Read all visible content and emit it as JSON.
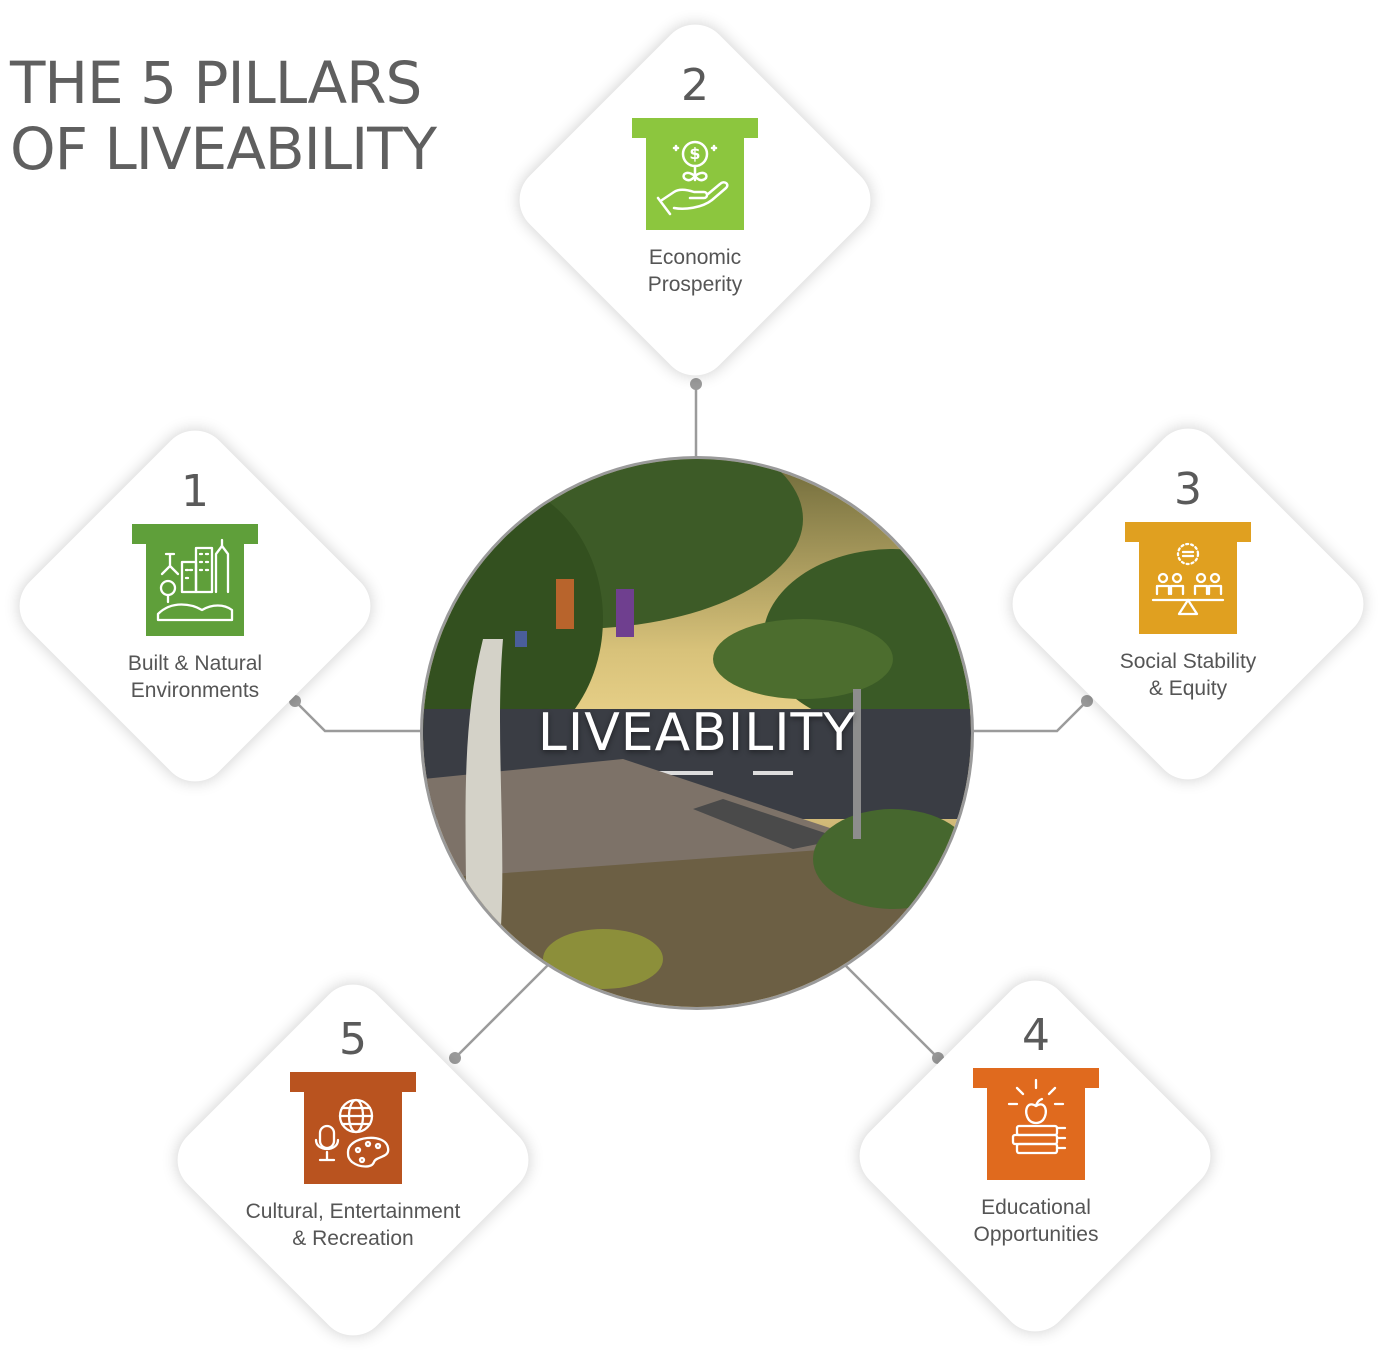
{
  "title": {
    "line1": "THE 5 PILLARS",
    "line2": "OF LIVEABILITY"
  },
  "center": {
    "label": "LIVEABILITY",
    "image": "street-scene-photo"
  },
  "pillars": [
    {
      "number": "1",
      "label": "Built & Natural\nEnvironments",
      "color": "#5f9f3a",
      "icon": "city-nature-icon"
    },
    {
      "number": "2",
      "label": "Economic\nProsperity",
      "color": "#8cc63e",
      "icon": "money-growth-icon"
    },
    {
      "number": "3",
      "label": "Social Stability\n& Equity",
      "color": "#e0a020",
      "icon": "balance-equity-icon"
    },
    {
      "number": "4",
      "label": "Educational\nOpportunities",
      "color": "#e06a1e",
      "icon": "books-apple-icon"
    },
    {
      "number": "5",
      "label": "Cultural, Entertainment\n& Recreation",
      "color": "#b9531f",
      "icon": "culture-globe-palette-icon"
    }
  ],
  "colors": {
    "connector": "#9b9b9b",
    "text": "#5f5f5f"
  }
}
